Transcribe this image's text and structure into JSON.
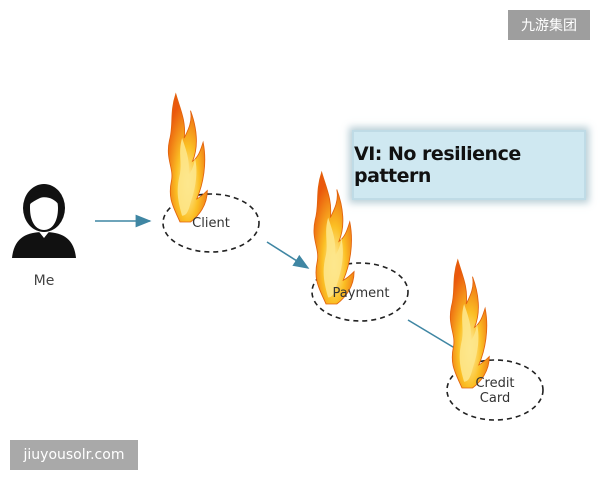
{
  "title": "VI: No resilience pattern",
  "nodes": {
    "me": "Me",
    "client": "Client",
    "payment": "Payment",
    "credit_card_line1": "Credit",
    "credit_card_line2": "Card"
  },
  "watermarks": {
    "top": "九游集团",
    "bottom": "jiuyousolr.com"
  },
  "icons": {
    "user": "user-avatar-icon",
    "fire": "fire-icon"
  },
  "colors": {
    "arrow": "#3f86a3",
    "title_background": "#cfe8f1",
    "flame_outer": "#f7941d",
    "flame_inner": "#fcd34d",
    "avatar": "#111111"
  }
}
